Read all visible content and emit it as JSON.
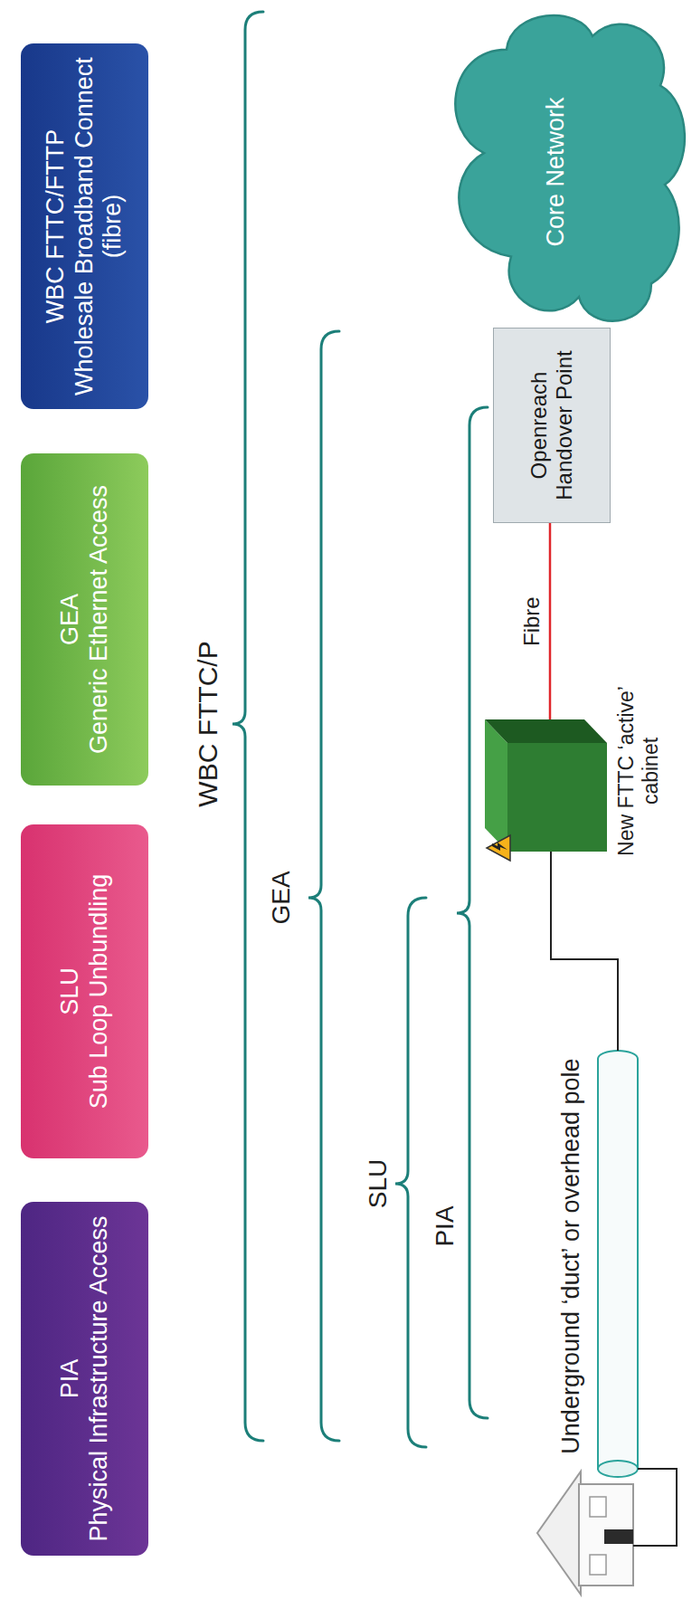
{
  "diagram": {
    "nodes": [
      {
        "text": [
          "PIA",
          "Physical Infrastructure Access"
        ]
      },
      {
        "text": [
          "SLU",
          "Sub Loop Unbundling"
        ]
      },
      {
        "text": [
          "GEA",
          "Generic Ethernet Access"
        ]
      },
      {
        "text": [
          "WBC FTTC/FTTP",
          "Wholesale Broadband Connect (fibre)"
        ]
      },
      {
        "text": [
          "New FTTC ‘active’ cabinet"
        ]
      },
      {
        "text": [
          "Openreach Handover Point"
        ]
      },
      {
        "text": [
          "Core Network"
        ]
      }
    ],
    "edges": [
      {
        "from": 4,
        "to": 5,
        "label": "Fibre",
        "arrow": "none"
      }
    ],
    "labels": [
      "WBC FTTC/P",
      "GEA",
      "SLU",
      "PIA",
      "Underground ‘duct’ or overhead pole"
    ]
  }
}
